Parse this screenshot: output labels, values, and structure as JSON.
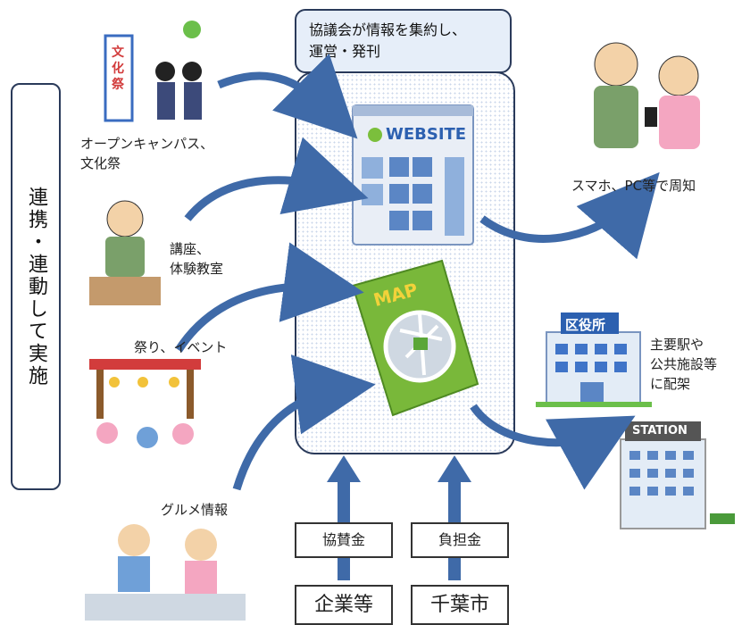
{
  "note": "協議会が情報を集約し、\n運営・発刊",
  "vertical_label": "連携・連動して実施",
  "left_labels": {
    "open_campus": "オープンキャンパス、\n文化祭",
    "lecture": "講座、\n体験教室",
    "festival": "祭り、イベント",
    "gourmet": "グルメ情報"
  },
  "right_labels": {
    "smartphone": "スマホ、PC等で周知",
    "distribution": "主要駅や\n公共施設等\nに配架"
  },
  "website_title": "WEBSITE",
  "map_title": "MAP",
  "signs": {
    "ward_office": "区役所",
    "station": "STATION",
    "festival_stall": "文化祭"
  },
  "funding": {
    "sponsorship": "協賛金",
    "contribution": "負担金"
  },
  "sources": {
    "companies": "企業等",
    "city": "千葉市"
  },
  "colors": {
    "arrow": "#3f6aa8",
    "panel_border": "#2a3a5a",
    "map_green": "#79b83a",
    "web_blue": "#5b86c5"
  }
}
